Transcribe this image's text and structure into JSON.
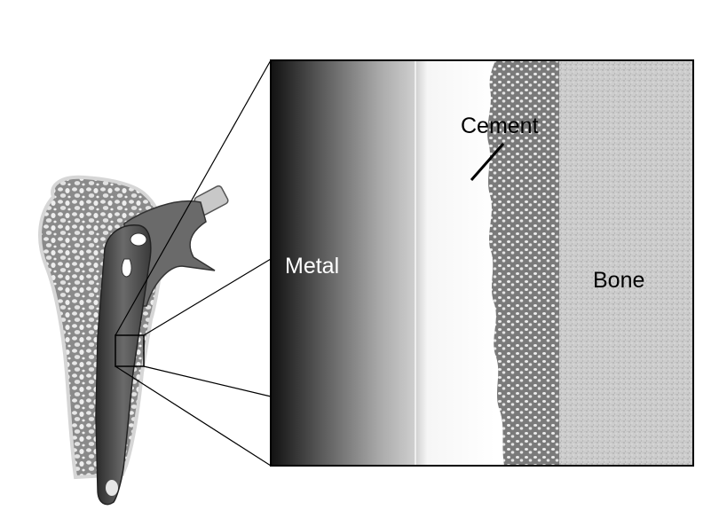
{
  "labels": {
    "metal": "Metal",
    "cement": "Cement",
    "bone": "Bone"
  },
  "colors": {
    "metal_dark": "#1a1a1a",
    "metal_light": "#d8d8d8",
    "cement": "#f4f4f4",
    "bone": "#c9c9c9",
    "trabecular": "#6e6e6e",
    "outline": "#000000"
  }
}
